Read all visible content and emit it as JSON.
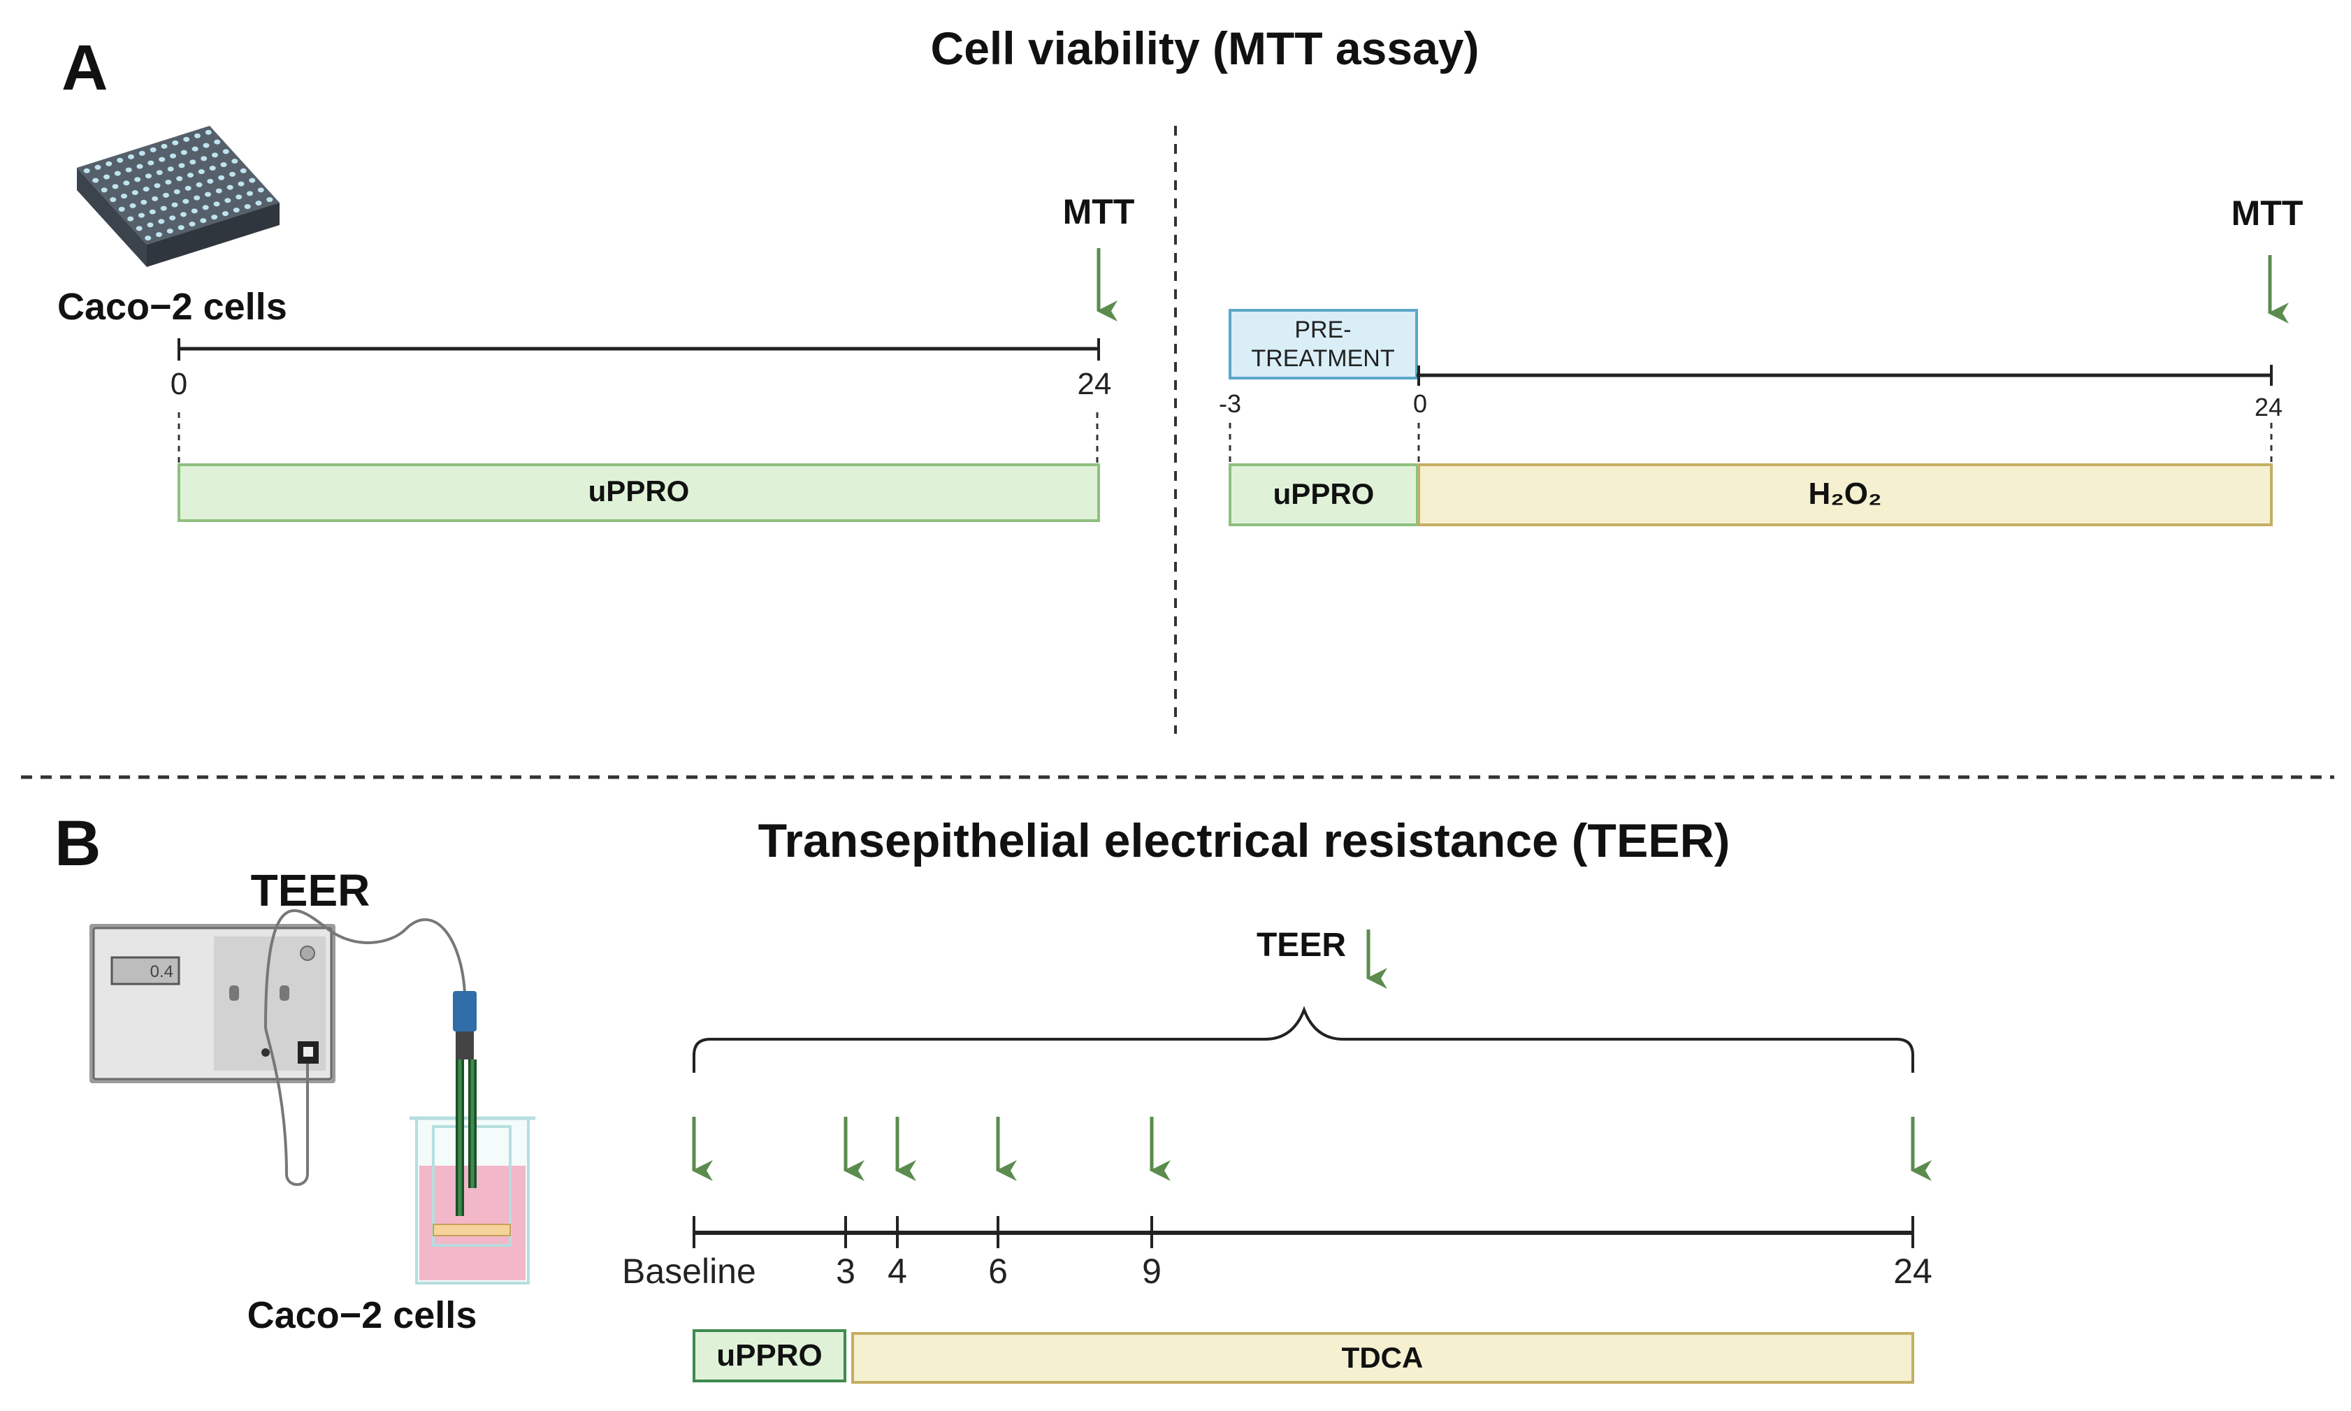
{
  "panel_a": {
    "letter": "A",
    "title": "Cell viability (MTT assay)",
    "left": {
      "cells_label": "Caco−2 cells",
      "readout_label": "MTT",
      "timeline": {
        "ticks": [
          "0",
          "24"
        ]
      },
      "treatment_label": "uPPRO"
    },
    "right": {
      "pretreatment_label_line1": "PRE-",
      "pretreatment_label_line2": "TREATMENT",
      "readout_label": "MTT",
      "timeline": {
        "ticks": [
          "-3",
          "0",
          "24"
        ]
      },
      "treatment_1_label": "uPPRO",
      "treatment_2_label": "H₂O₂"
    }
  },
  "panel_b": {
    "letter": "B",
    "title": "Transepithelial electrical resistance (TEER)",
    "device_label": "TEER",
    "meter_display": "0.4",
    "cells_label": "Caco−2 cells",
    "readout_label": "TEER",
    "timeline": {
      "ticks": [
        "Baseline",
        "3",
        "4",
        "6",
        "9",
        "24"
      ]
    },
    "treatment_1_label": "uPPRO",
    "treatment_2_label": "TDCA"
  },
  "colors": {
    "arrow_green": "#5b8c4e",
    "uppro_fill": "#dff2d8",
    "uppro_stroke": "#8fbf80",
    "h2o2_fill": "#f4f0d0",
    "h2o2_stroke": "#c4ae62",
    "pretreatment_fill": "#d9eef7",
    "pretreatment_stroke": "#5aa7c9",
    "medium_pink": "#f2b7c8",
    "electrode_blue": "#2f6ea8"
  }
}
